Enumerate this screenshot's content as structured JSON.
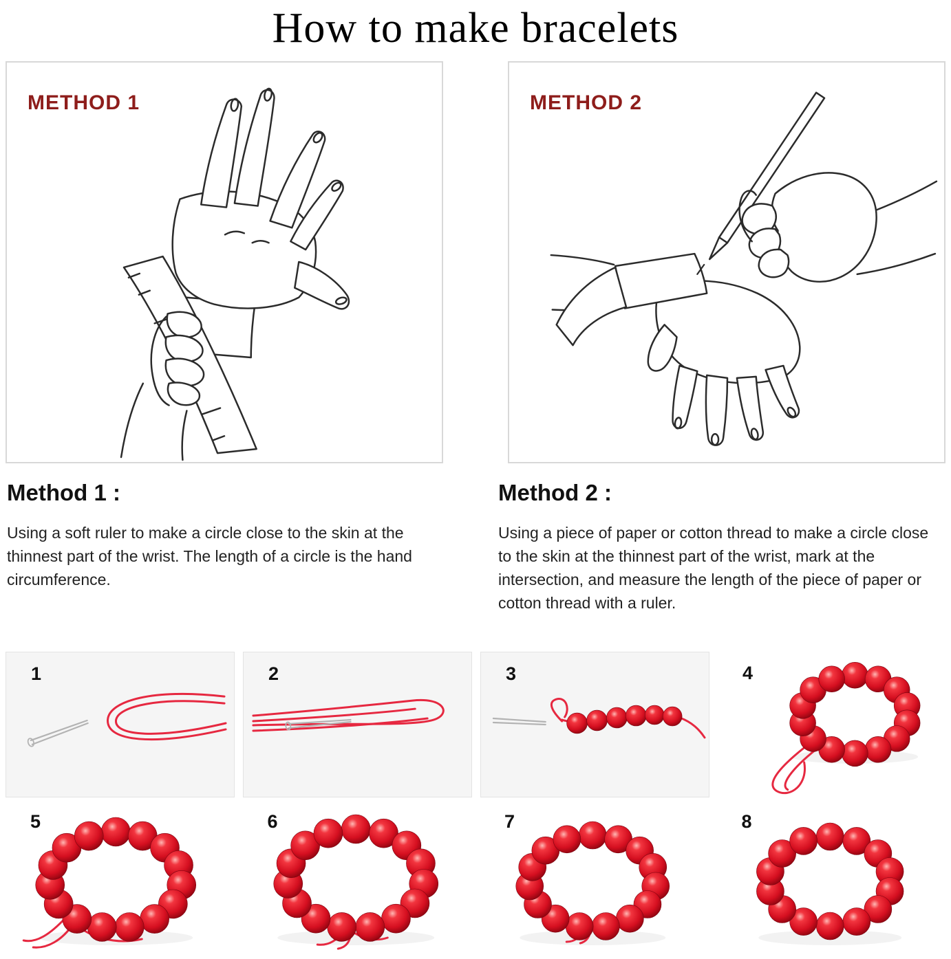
{
  "title": "How to make bracelets",
  "methods": {
    "panel1_label": "METHOD 1",
    "panel2_label": "METHOD 2",
    "method1_heading": "Method 1 :",
    "method1_body": "Using a soft ruler to make a circle close to the skin at the thinnest part of the wrist. The length of a circle is the hand circumference.",
    "method2_heading": "Method 2 :",
    "method2_body": "Using a piece of paper or cotton thread to make a circle close to the skin at the thinnest part of the wrist, mark at the intersection, and measure the length of the piece of paper or cotton thread with a ruler."
  },
  "illustrations": {
    "method1": "hand-measuring-wrist-with-soft-ruler",
    "method2": "hand-marking-paper-strip-around-wrist-with-pen"
  },
  "steps": [
    {
      "number": "1",
      "name": "needle-and-doubled-red-cord"
    },
    {
      "number": "2",
      "name": "threading-cords-through-needle-loop"
    },
    {
      "number": "3",
      "name": "stringing-first-red-beads"
    },
    {
      "number": "4",
      "name": "all-beads-strung-with-cord-loop"
    },
    {
      "number": "5",
      "name": "bracelet-with-loose-cords"
    },
    {
      "number": "6",
      "name": "bracelet-cords-pulled-through"
    },
    {
      "number": "7",
      "name": "bracelet-knot-tightened"
    },
    {
      "number": "8",
      "name": "finished-red-bead-bracelet"
    }
  ],
  "colors": {
    "method_label_red": "#8e1d1b",
    "bead_red": "#d50f20",
    "cord_red": "#e62840",
    "line_art": "#2b2b2b",
    "panel_border": "#d8d8d8",
    "step_box_bg": "#f5f5f5"
  }
}
